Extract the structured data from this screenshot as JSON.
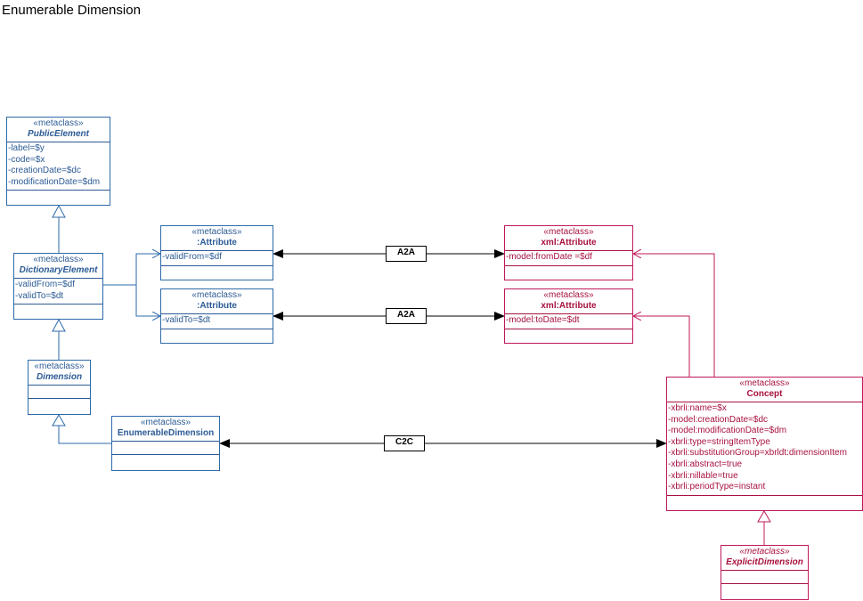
{
  "title": "Enumerable Dimension",
  "classes": {
    "public_element": {
      "stereotype": "«metaclass»",
      "name": "PublicElement",
      "attrs": [
        "-label=$y",
        "-code=$x",
        "-creationDate=$dc",
        "-modificationDate=$dm"
      ]
    },
    "dictionary_element": {
      "stereotype": "«metaclass»",
      "name": "DictionaryElement",
      "attrs": [
        "-validFrom=$df",
        "-validTo=$dt"
      ]
    },
    "dimension": {
      "stereotype": "«metaclass»",
      "name": "Dimension"
    },
    "enumerable_dimension": {
      "stereotype": "«metaclass»",
      "name": "EnumerableDimension"
    },
    "attribute_from": {
      "stereotype": "«metaclass»",
      "name": ":Attribute",
      "attrs": [
        "-validFrom=$df"
      ]
    },
    "attribute_to": {
      "stereotype": "«metaclass»",
      "name": ":Attribute",
      "attrs": [
        "-validTo=$dt"
      ]
    },
    "xml_attribute_from": {
      "stereotype": "«metaclass»",
      "name": "xml:Attribute",
      "attrs": [
        "-model:fromDate =$df"
      ]
    },
    "xml_attribute_to": {
      "stereotype": "«metaclass»",
      "name": "xml:Attribute",
      "attrs": [
        "-model:toDate=$dt"
      ]
    },
    "concept": {
      "stereotype": "«metaclass»",
      "name": "Concept",
      "attrs": [
        "-xbrli:name=$x",
        "-model:creationDate=$dc",
        "-model:modificationDate=$dm",
        "-xbrli:type=stringItemType",
        "-xbrli:substitutionGroup=xbrldt:dimensionItem",
        "-xbrli:abstract=true",
        "-xbrli:nillable=true",
        "-xbrli:periodType=instant"
      ]
    },
    "explicit_dimension": {
      "stereotype": "«metaclass»",
      "name": "ExplicitDimension"
    }
  },
  "links": {
    "a2a_top": "A2A",
    "a2a_bottom": "A2A",
    "c2c": "C2C"
  },
  "colors": {
    "blue": "#2c6aa9",
    "red": "#c0185a"
  }
}
